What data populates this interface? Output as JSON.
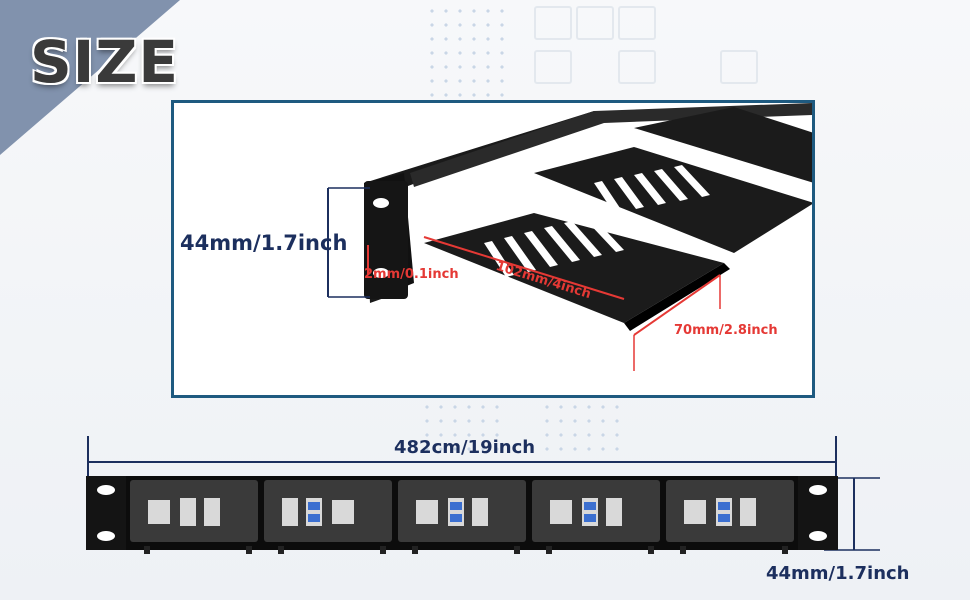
{
  "title": "SIZE",
  "colors": {
    "accent": "#1e5a80",
    "corner": "#8192ad",
    "measure_blue": "#1c2f5e",
    "measure_red": "#e53935"
  },
  "detail": {
    "height_label": "44mm/1.7inch",
    "lip_label": "2mm/0.1inch",
    "depth_label": "102mm/4inch",
    "width_label": "70mm/2.8inch"
  },
  "panel": {
    "width_label": "482cm/19inch",
    "height_label": "44mm/1.7inch",
    "bays": 5
  }
}
